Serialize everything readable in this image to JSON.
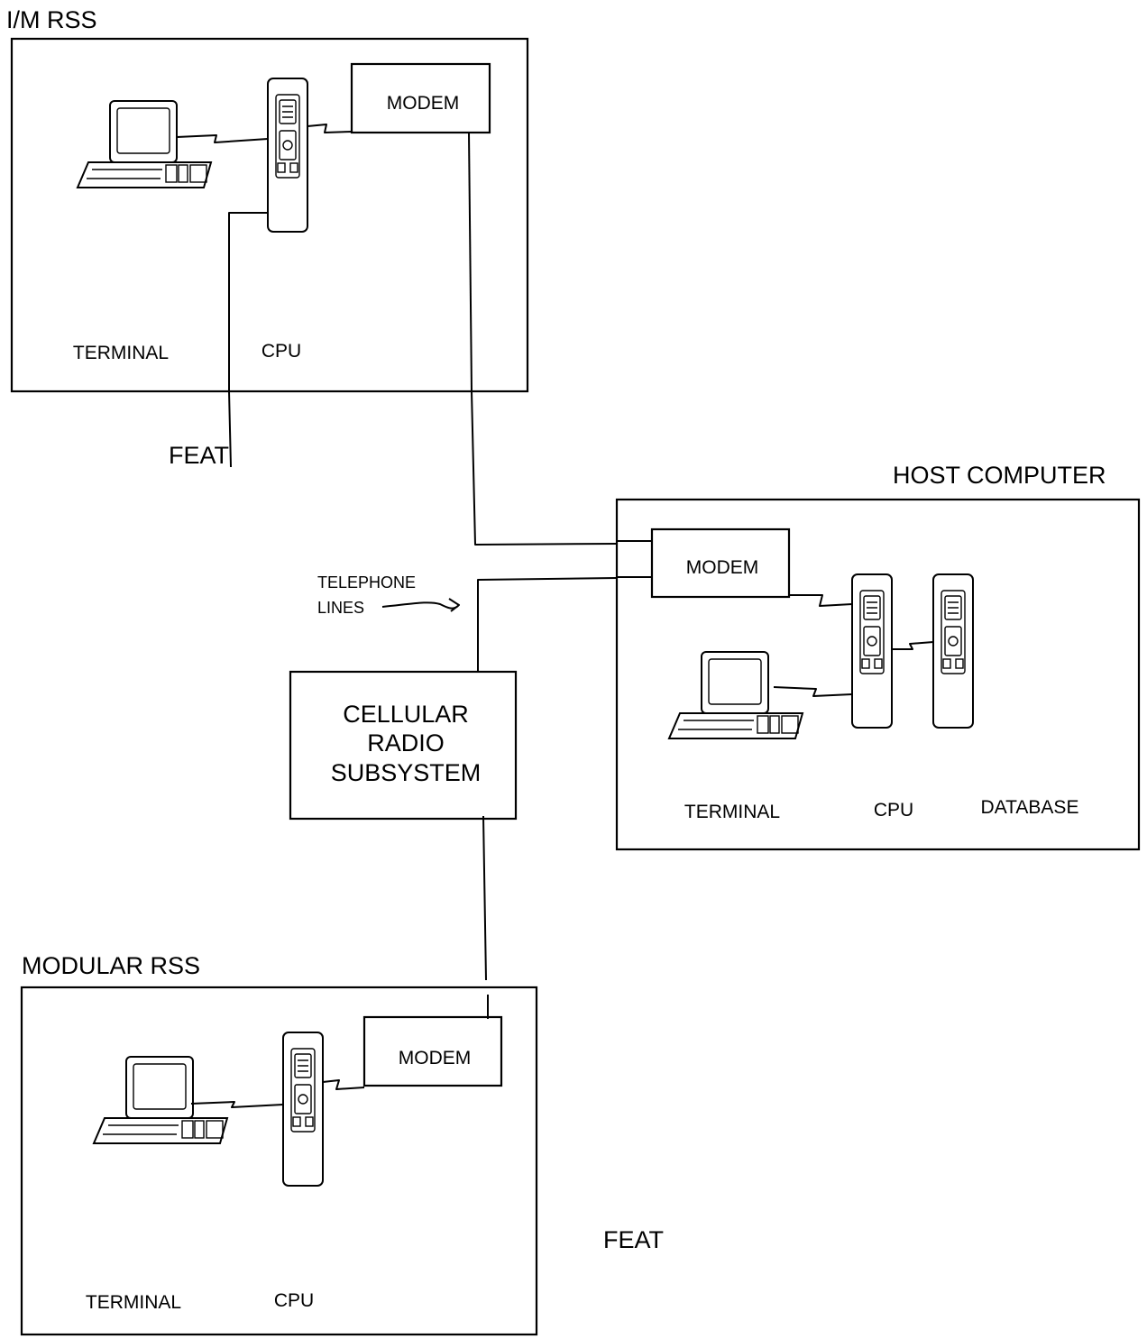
{
  "im_rss": {
    "title": "I/M RSS",
    "modem": "MODEM",
    "terminal": "TERMINAL",
    "cpu": "CPU",
    "feat": "FEAT"
  },
  "host": {
    "title": "HOST COMPUTER",
    "modem": "MODEM",
    "terminal": "TERMINAL",
    "cpu": "CPU",
    "database": "DATABASE"
  },
  "network": {
    "telephone_lines": [
      "TELEPHONE",
      "LINES"
    ],
    "cellular": [
      "CELLULAR",
      "RADIO",
      "SUBSYSTEM"
    ]
  },
  "modular_rss": {
    "title": "MODULAR RSS",
    "modem": "MODEM",
    "terminal": "TERMINAL",
    "cpu": "CPU",
    "feat": "FEAT"
  }
}
